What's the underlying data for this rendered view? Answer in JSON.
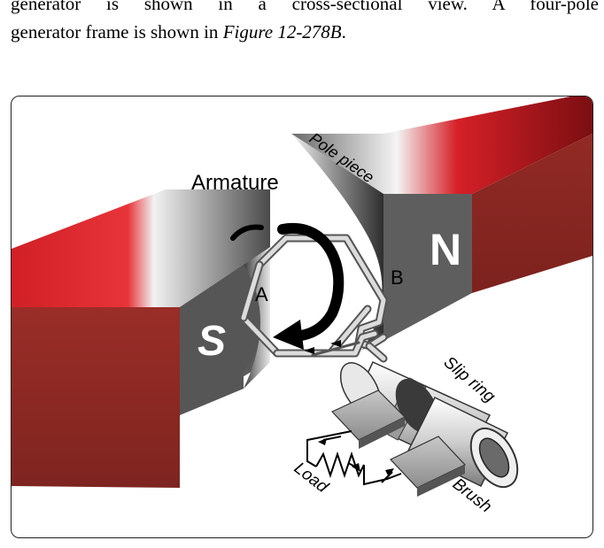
{
  "intro": {
    "line1": "generator is shown in a cross-sectional view. A four-pole",
    "line2_prefix": "generator frame is shown in ",
    "figure_ref": "Figure 12-278B",
    "line2_suffix": "."
  },
  "labels": {
    "armature": "Armature",
    "pole_piece": "Pole piece",
    "north": "N",
    "south": "S",
    "point_a": "A",
    "point_b": "B",
    "slip_ring": "Slip ring",
    "load": "Load",
    "brush": "Brush"
  },
  "colors": {
    "magnet_red": "#c8202a",
    "magnet_dark_red": "#8f2a26",
    "pole_gray": "#5a5a5a",
    "conductor": "#d9d9d9"
  }
}
